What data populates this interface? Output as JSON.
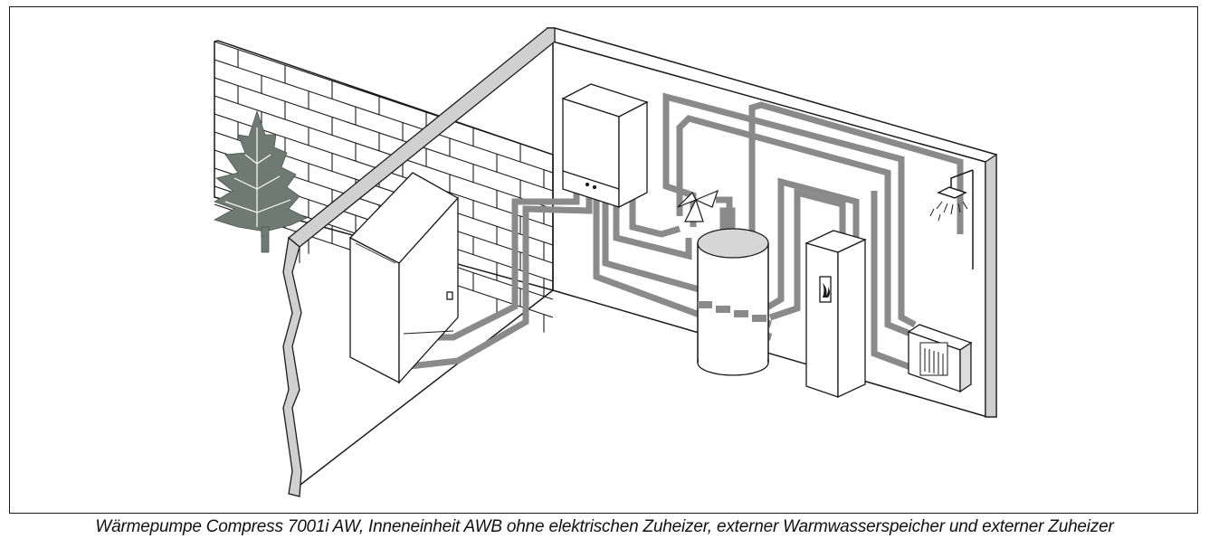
{
  "figure": {
    "caption": "Wärmepumpe Compress 7001i AW, Inneneinheit AWB ohne elektrischen Zuheizer, externer Warmwasserspeicher und externer Zuheizer"
  },
  "components": [
    {
      "id": "outdoor-unit"
    },
    {
      "id": "indoor-unit-awb"
    },
    {
      "id": "three-way-valve"
    },
    {
      "id": "hot-water-tank"
    },
    {
      "id": "external-auxiliary-heater"
    },
    {
      "id": "radiator"
    },
    {
      "id": "shower"
    },
    {
      "id": "tree"
    }
  ],
  "colors": {
    "pipe": "#8a8a8a",
    "outline": "#1a1a1a",
    "wall_fill": "#ffffff",
    "tree": "#6e7a73",
    "tank_top": "#d6d6d6"
  }
}
